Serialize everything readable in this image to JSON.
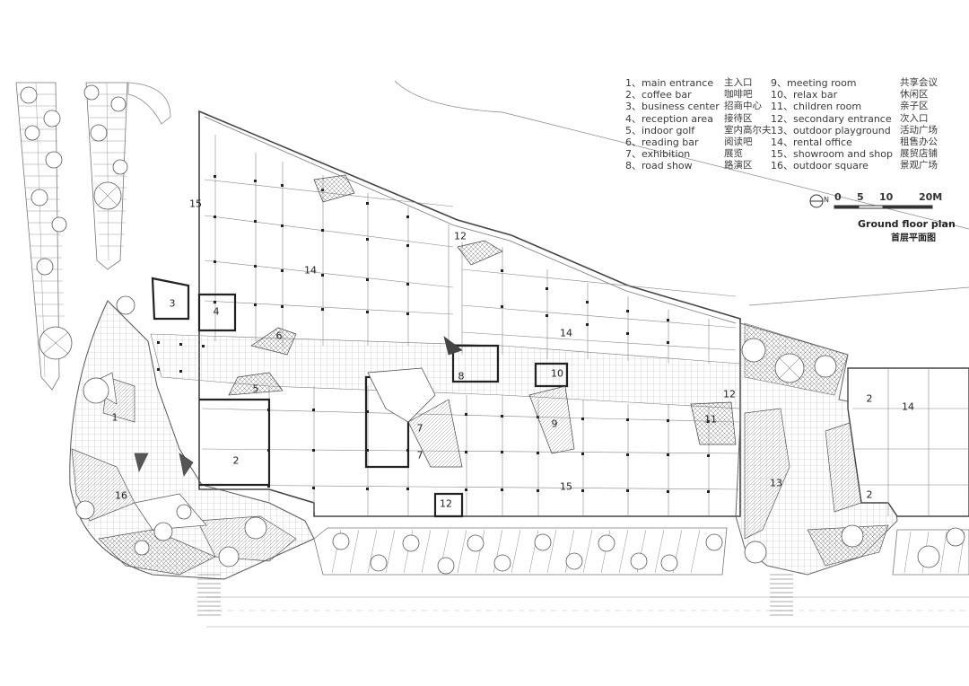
{
  "legend": {
    "left": [
      {
        "num": "1、",
        "en": "main entrance",
        "zh": "主入口"
      },
      {
        "num": "2、",
        "en": "coffee bar",
        "zh": "咖啡吧"
      },
      {
        "num": "3、",
        "en": "business center",
        "zh": "招商中心"
      },
      {
        "num": "4、",
        "en": "reception area",
        "zh": "接待区"
      },
      {
        "num": "5、",
        "en": "indoor golf",
        "zh": "室内高尔夫"
      },
      {
        "num": "6、",
        "en": "reading bar",
        "zh": "阅读吧"
      },
      {
        "num": "7、",
        "en": "exhibition",
        "zh": "展览"
      },
      {
        "num": "8、",
        "en": "road show",
        "zh": "路演区"
      }
    ],
    "right": [
      {
        "num": "9、",
        "en": "meeting room",
        "zh": "共享会议"
      },
      {
        "num": "10、",
        "en": "relax bar",
        "zh": "休闲区"
      },
      {
        "num": "11、",
        "en": "children room",
        "zh": "亲子区"
      },
      {
        "num": "12、",
        "en": "secondary entrance",
        "zh": "次入口"
      },
      {
        "num": "13、",
        "en": "outdoor playground",
        "zh": "活动广场"
      },
      {
        "num": "14、",
        "en": "rental office",
        "zh": "租售办公"
      },
      {
        "num": "15、",
        "en": "showroom and shop",
        "zh": "展贸店铺"
      },
      {
        "num": "16、",
        "en": "outdoor square",
        "zh": "景观广场"
      }
    ]
  },
  "north_label": "N",
  "scale": {
    "ticks": [
      "0",
      "5",
      "10",
      "20M"
    ]
  },
  "title": {
    "en": "Ground floor plan",
    "zh": "首层平面图"
  },
  "room_labels": [
    "1",
    "2",
    "3",
    "4",
    "5",
    "6",
    "7",
    "7",
    "8",
    "9",
    "10",
    "11",
    "12",
    "12",
    "12",
    "13",
    "14",
    "14",
    "14",
    "15",
    "15",
    "16",
    "2",
    "2"
  ]
}
